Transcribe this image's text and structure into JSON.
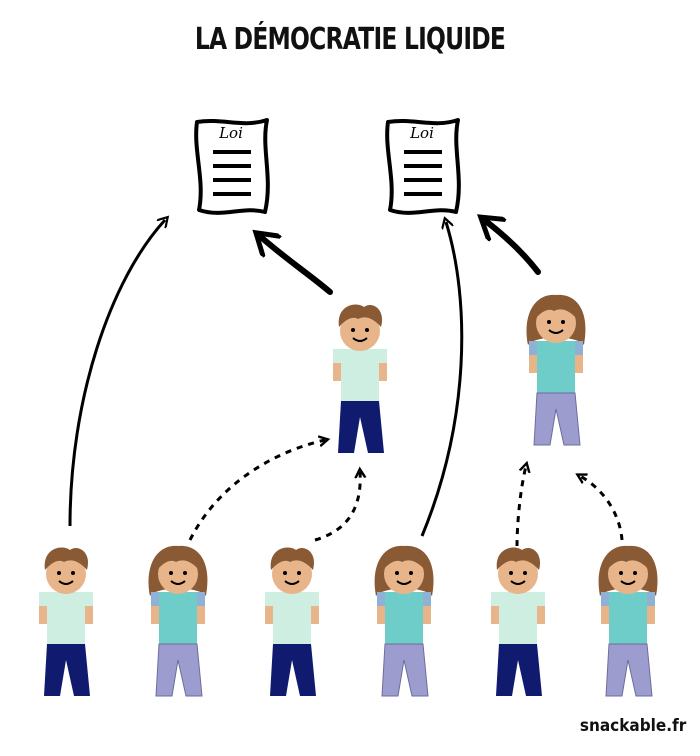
{
  "title": "LA DÉMOCRATIE LIQUIDE",
  "credit": "snackable.fr",
  "law_label": "Loi",
  "colors": {
    "hair": "#8a5a35",
    "skin": "#e8b48a",
    "shirt_light": "#cdeee0",
    "shirt_teal": "#6ecdc8",
    "sleeve": "#8fb1d6",
    "pants_navy": "#101a6e",
    "pants_lavender": "#9c9ccf",
    "line": "#000000"
  },
  "laws": [
    {
      "name": "law-document-left"
    },
    {
      "name": "law-document-right"
    }
  ],
  "people": [
    {
      "name": "delegate-male",
      "style": "male"
    },
    {
      "name": "delegate-female",
      "style": "female"
    },
    {
      "name": "voter-1-male",
      "style": "male"
    },
    {
      "name": "voter-2-female",
      "style": "female"
    },
    {
      "name": "voter-3-male",
      "style": "male"
    },
    {
      "name": "voter-4-female",
      "style": "female"
    },
    {
      "name": "voter-5-male",
      "style": "male"
    },
    {
      "name": "voter-6-female",
      "style": "female"
    }
  ],
  "arrows": [
    {
      "name": "arrow-voter1-votes-law-left",
      "kind": "direct-vote"
    },
    {
      "name": "arrow-delegate-male-votes-law-left",
      "kind": "delegate-vote"
    },
    {
      "name": "arrow-voter4-votes-law-right",
      "kind": "direct-vote"
    },
    {
      "name": "arrow-delegate-female-votes-law-right",
      "kind": "delegate-vote"
    },
    {
      "name": "arrow-voter2-delegates",
      "kind": "delegation"
    },
    {
      "name": "arrow-voter3-delegates",
      "kind": "delegation"
    },
    {
      "name": "arrow-voter5-delegates",
      "kind": "delegation"
    },
    {
      "name": "arrow-voter6-delegates",
      "kind": "delegation"
    }
  ]
}
